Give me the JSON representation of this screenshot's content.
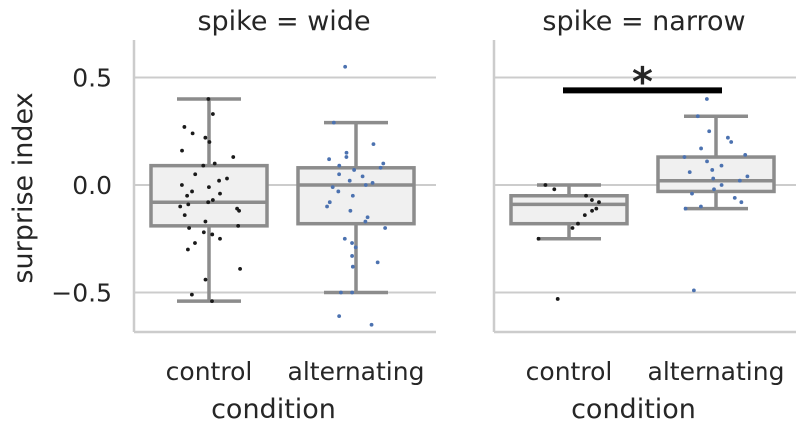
{
  "chart_data": {
    "type": "box",
    "ylabel": "surprise index",
    "xlabel": "condition",
    "categories": [
      "control",
      "alternating"
    ],
    "yticks": [
      {
        "value": 0.5,
        "label": "0.5"
      },
      {
        "value": 0.0,
        "label": "0.0"
      },
      {
        "value": -0.5,
        "label": "−0.5"
      }
    ],
    "ylim": [
      -0.67,
      0.66
    ],
    "grid": true,
    "colors": {
      "box_fill": "#f0f0f0",
      "box_stroke": "#8c8c8c",
      "grid": "#cccccc",
      "control_points": "#1a1a1a",
      "alternating_points": "#4c72b0",
      "significance_bar": "#000000"
    },
    "panels": [
      {
        "title": "spike = wide",
        "boxes": [
          {
            "category": "control",
            "whisker_low": -0.54,
            "q1": -0.19,
            "median": -0.08,
            "q3": 0.09,
            "whisker_high": 0.4,
            "points": [
              0.4,
              0.33,
              0.27,
              0.24,
              0.22,
              0.2,
              0.16,
              0.13,
              0.1,
              0.09,
              0.05,
              0.03,
              0.02,
              0.0,
              -0.01,
              -0.03,
              -0.04,
              -0.05,
              -0.07,
              -0.08,
              -0.09,
              -0.1,
              -0.11,
              -0.12,
              -0.14,
              -0.17,
              -0.19,
              -0.2,
              -0.22,
              -0.23,
              -0.25,
              -0.27,
              -0.3,
              -0.39,
              -0.44,
              -0.51,
              -0.54
            ]
          },
          {
            "category": "alternating",
            "whisker_low": -0.5,
            "q1": -0.18,
            "median": 0.0,
            "q3": 0.08,
            "whisker_high": 0.29,
            "points": [
              0.55,
              0.29,
              0.19,
              0.15,
              0.13,
              0.12,
              0.1,
              0.09,
              0.08,
              0.07,
              0.05,
              0.04,
              0.02,
              0.01,
              0.0,
              -0.01,
              -0.03,
              -0.05,
              -0.08,
              -0.1,
              -0.12,
              -0.15,
              -0.17,
              -0.2,
              -0.25,
              -0.27,
              -0.29,
              -0.33,
              -0.36,
              -0.38,
              -0.5,
              -0.5,
              -0.61,
              -0.65
            ]
          }
        ]
      },
      {
        "title": "spike = narrow",
        "significance": {
          "label": "*",
          "y": 0.44
        },
        "boxes": [
          {
            "category": "control",
            "whisker_low": -0.25,
            "q1": -0.18,
            "median": -0.09,
            "q3": -0.05,
            "whisker_high": 0.0,
            "points": [
              0.0,
              -0.02,
              -0.05,
              -0.07,
              -0.08,
              -0.11,
              -0.12,
              -0.14,
              -0.18,
              -0.2,
              -0.25,
              -0.53
            ]
          },
          {
            "category": "alternating",
            "whisker_low": -0.11,
            "q1": -0.03,
            "median": 0.02,
            "q3": 0.13,
            "whisker_high": 0.32,
            "points": [
              0.4,
              0.32,
              0.25,
              0.22,
              0.2,
              0.17,
              0.14,
              0.13,
              0.11,
              0.09,
              0.07,
              0.06,
              0.04,
              0.03,
              0.02,
              0.0,
              -0.02,
              -0.04,
              -0.06,
              -0.08,
              -0.1,
              -0.11,
              -0.49
            ]
          }
        ]
      }
    ]
  }
}
